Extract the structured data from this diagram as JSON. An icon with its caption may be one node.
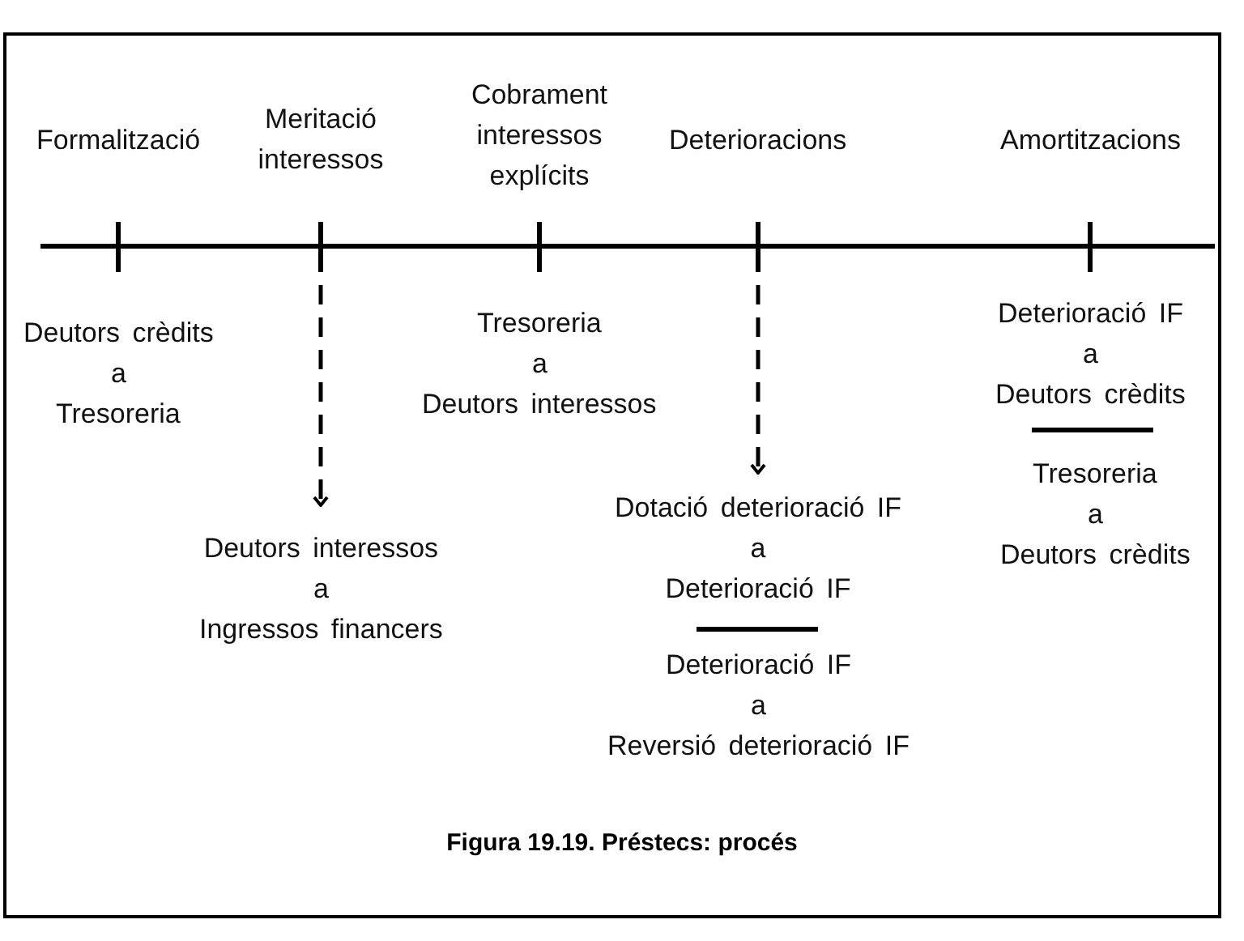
{
  "diagram": {
    "caption": "Figura 19.19. Préstecs: procés",
    "nodes": [
      {
        "text": [
          "Deutors interessos",
          "a",
          "Ingressos financers"
        ]
      },
      {
        "text": [
          "Dotació deterioració IF",
          "a",
          "Deterioració IF"
        ]
      }
    ],
    "edges": [
      {
        "from": null,
        "to": 0,
        "arrow": "to",
        "style": "dashed"
      },
      {
        "from": null,
        "to": 1,
        "arrow": "to",
        "style": "dashed"
      }
    ],
    "labels": [
      "Formalització",
      "Meritació interessos",
      "Cobrament interessos explícits",
      "Deterioracions",
      "Amortitzacions",
      "Deutors crèdits",
      "a",
      "Tresoreria",
      "Tresoreria",
      "a",
      "Deutors interessos",
      "Deterioració IF",
      "a",
      "Deutors crèdits",
      "Tresoreria",
      "a",
      "Deutors crèdits",
      "Deterioració IF",
      "a",
      "Reversió deterioració IF"
    ]
  }
}
